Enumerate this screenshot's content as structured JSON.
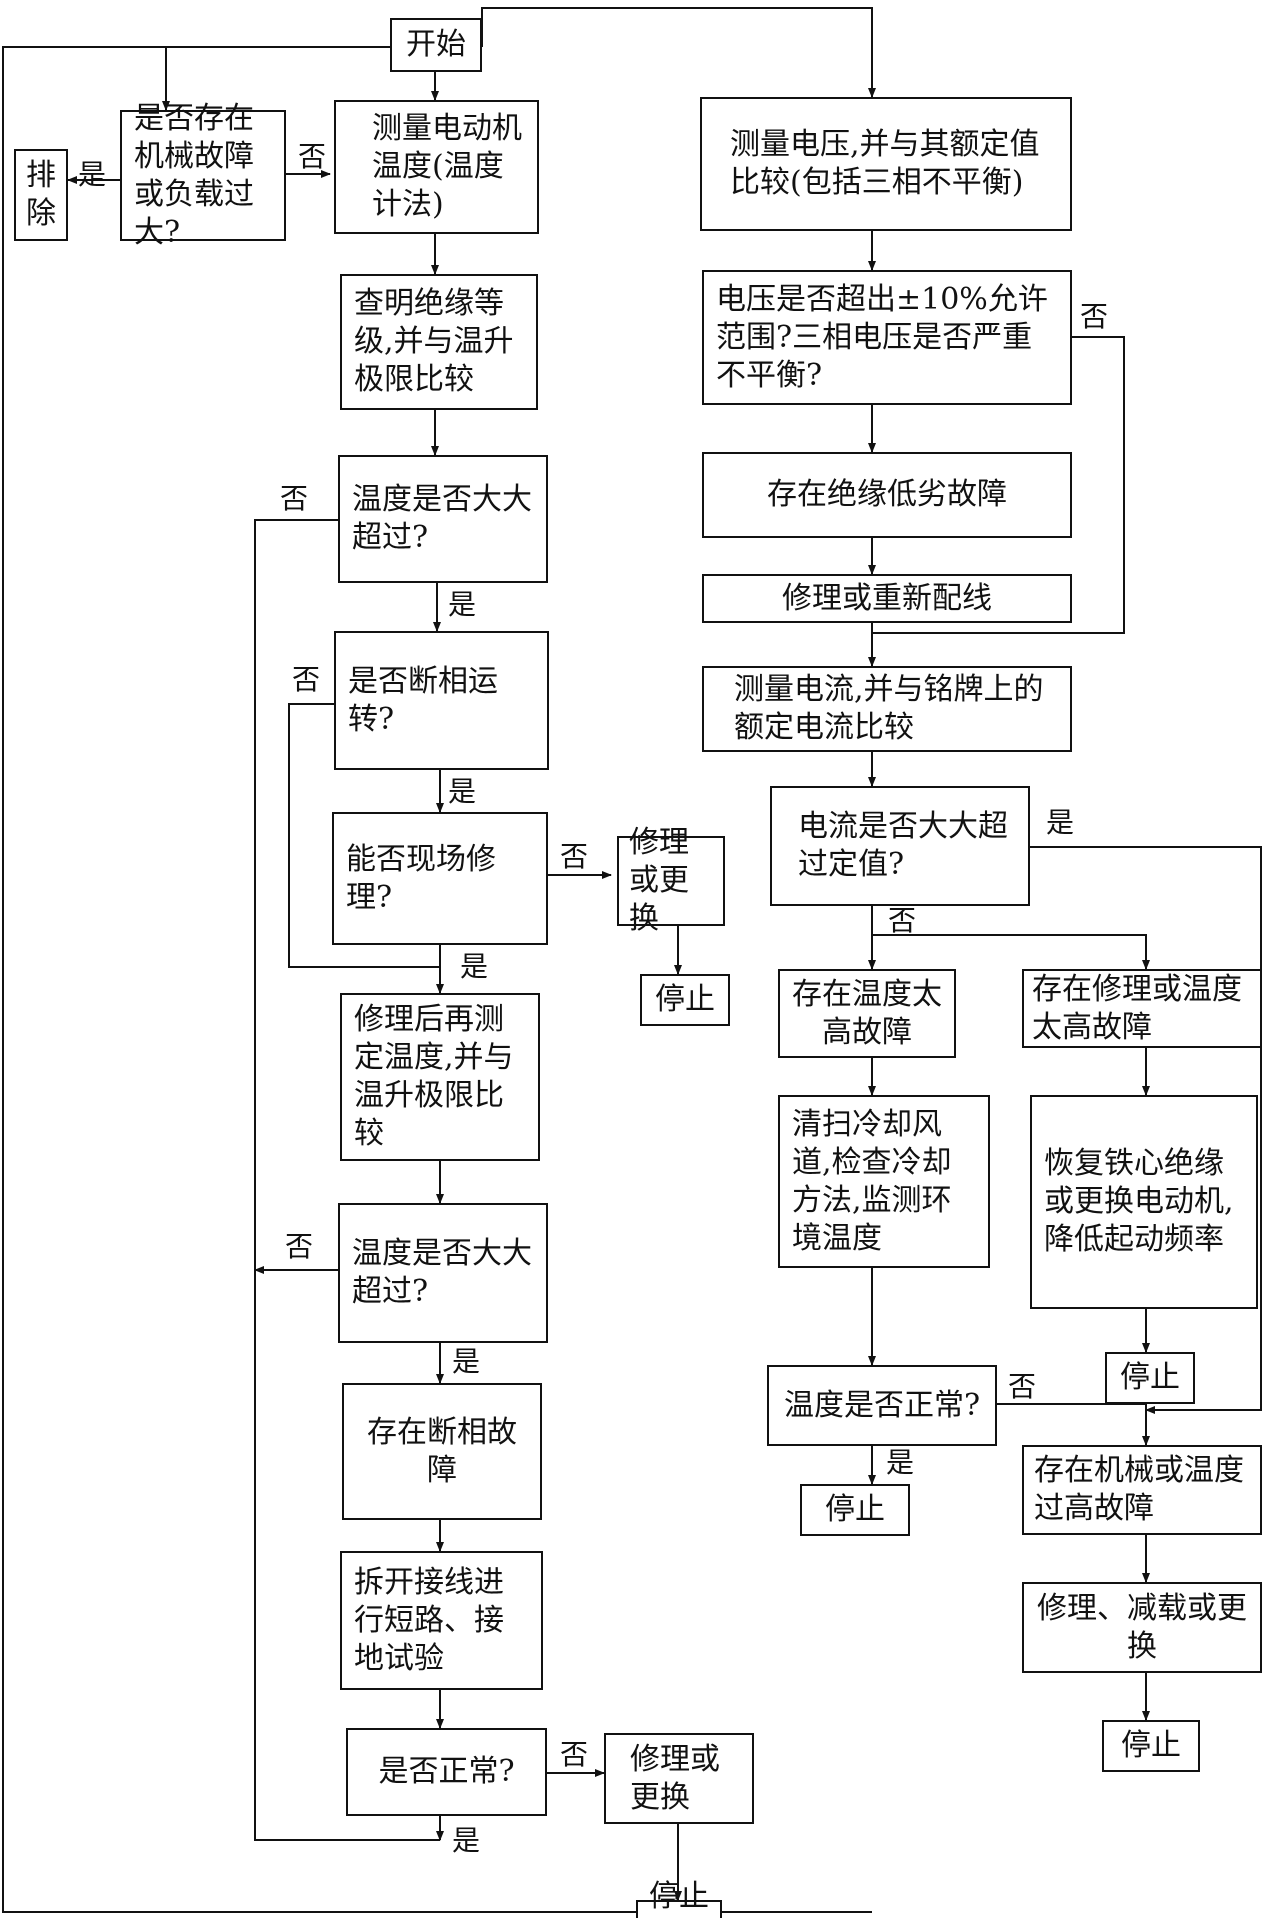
{
  "boxes": {
    "start": "开始",
    "remove": "排除",
    "mech_fault_q": "是否存在机械故障或负载过大?",
    "measure_temp": "测量电动机温度(温度计法)",
    "insulation_class": "查明绝缘等级,并与温升极限比较",
    "temp_exceed_q1": "温度是否大大超过?",
    "phase_loss_q": "是否断相运转?",
    "onsite_repair_q": "能否现场修理?",
    "repair_replace_1": "修理或更换",
    "stop_1": "停止",
    "remeasure_temp": "修理后再测定温度,并与温升极限比较",
    "temp_exceed_q2": "温度是否大大超过?",
    "phase_loss_fault": "存在断相故障",
    "short_ground_test": "拆开接线进行短路、接地试验",
    "normal_q": "是否正常?",
    "repair_replace_2": "修理或更换",
    "stop_2": "停止",
    "measure_voltage": "测量电压,并与其额定值比较(包括三相不平衡)",
    "voltage_q": "电压是否超出±10%允许范围?三相电压是否严重不平衡?",
    "insulation_fault": "存在绝缘低劣故障",
    "rewire": "修理或重新配线",
    "measure_current": "测量电流,并与铭牌上的额定电流比较",
    "current_q": "电流是否大大超过定值?",
    "temp_high_fault": "存在温度太高故障",
    "repair_temp_fault": "存在修理或温度太高故障",
    "clean_cooling": "清扫冷却风道,检查冷却方法,监测环境温度",
    "restore_core": "恢复铁心绝缘或更换电动机,降低起动频率",
    "stop_3": "停止",
    "temp_normal_q": "温度是否正常?",
    "stop_4": "停止",
    "mech_temp_fault": "存在机械或温度过高故障",
    "repair_reduce": "修理、减载或更换",
    "stop_5": "停止"
  },
  "labels": {
    "yes": "是",
    "no": "否"
  }
}
